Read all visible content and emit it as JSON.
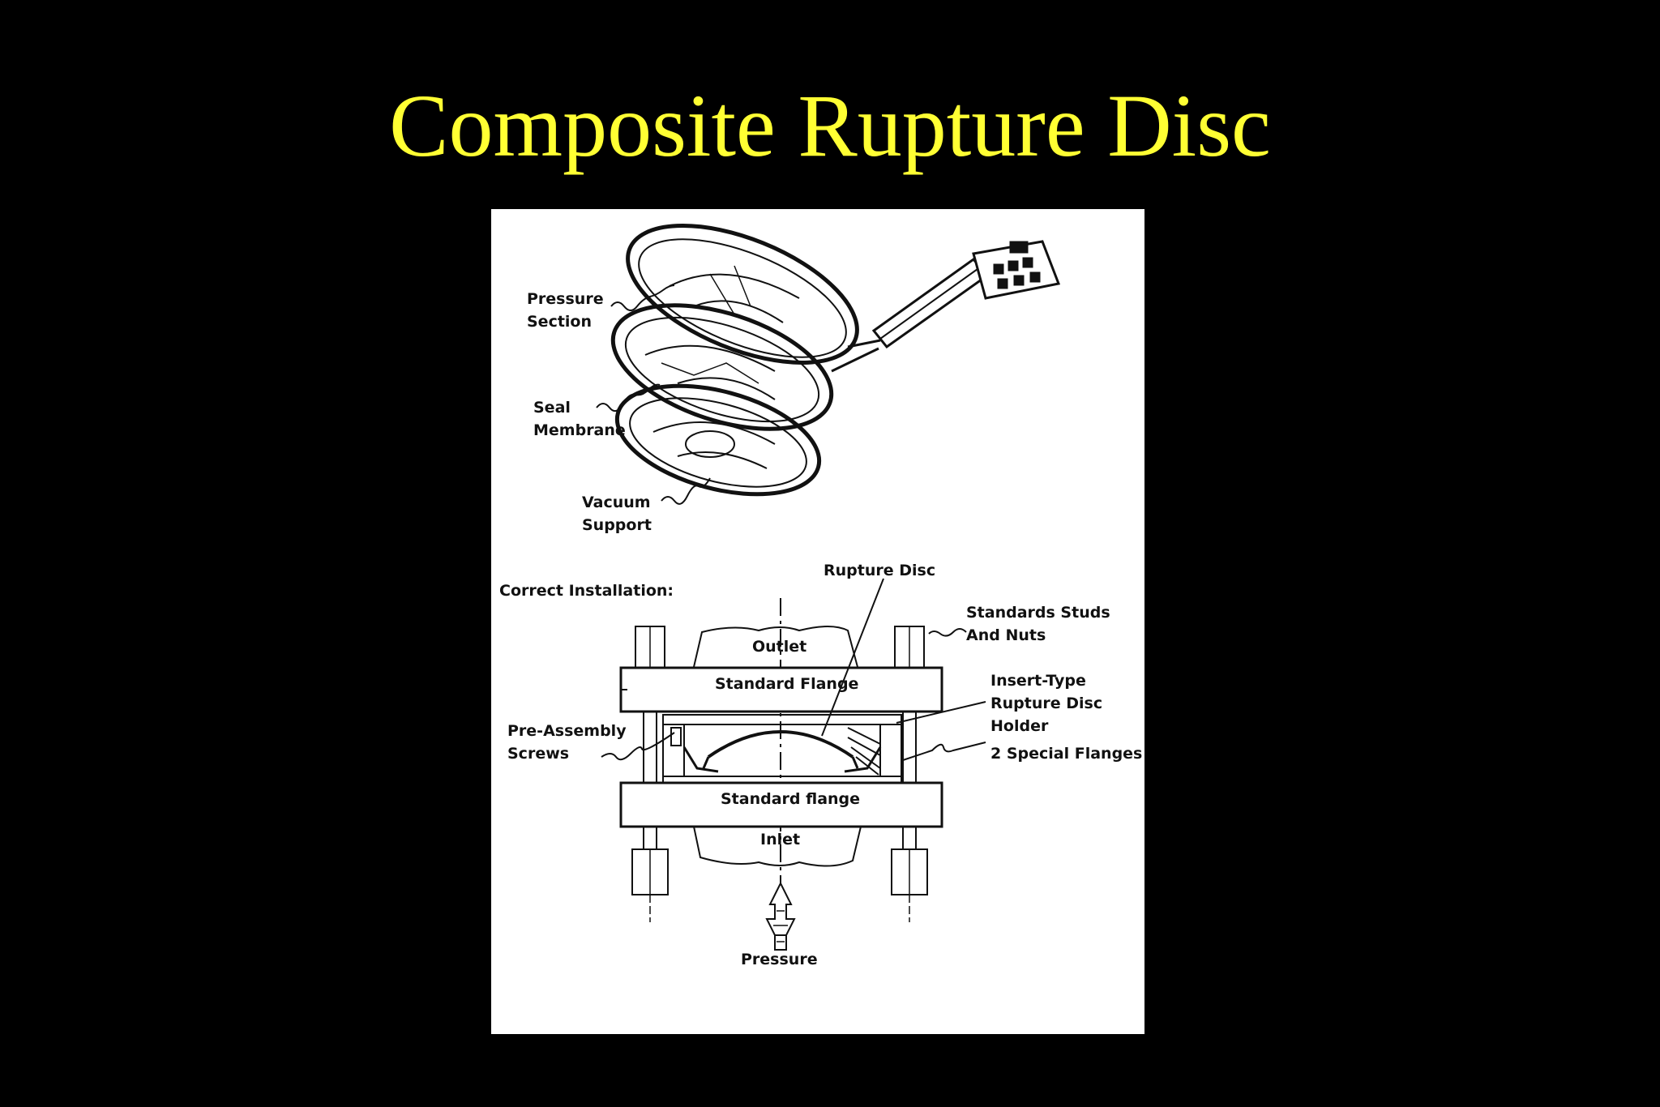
{
  "title": "Composite Rupture Disc",
  "top_diagram": {
    "labels": {
      "pressure_section": [
        "Pressure",
        "Section"
      ],
      "seal_membrane": [
        "Seal",
        "Membrane"
      ],
      "vacuum_support": [
        "Vacuum",
        "Support"
      ]
    }
  },
  "bottom_diagram": {
    "heading": "Correct Installation:",
    "labels": {
      "rupture_disc": "Rupture Disc",
      "studs_nuts": [
        "Standards Studs",
        "And Nuts"
      ],
      "outlet": "Outlet",
      "standard_flange_top": "Standard Flange",
      "insert_holder": [
        "Insert-Type",
        "Rupture Disc",
        "Holder"
      ],
      "pre_assembly": [
        "Pre-Assembly",
        "Screws"
      ],
      "special_flanges": "2 Special Flanges",
      "standard_flange_bottom": "Standard flange",
      "inlet": "Inlet",
      "pressure": "Pressure"
    }
  },
  "colors": {
    "background": "#000000",
    "title": "#ffff33",
    "figure_bg": "#ffffff",
    "ink": "#111111"
  }
}
